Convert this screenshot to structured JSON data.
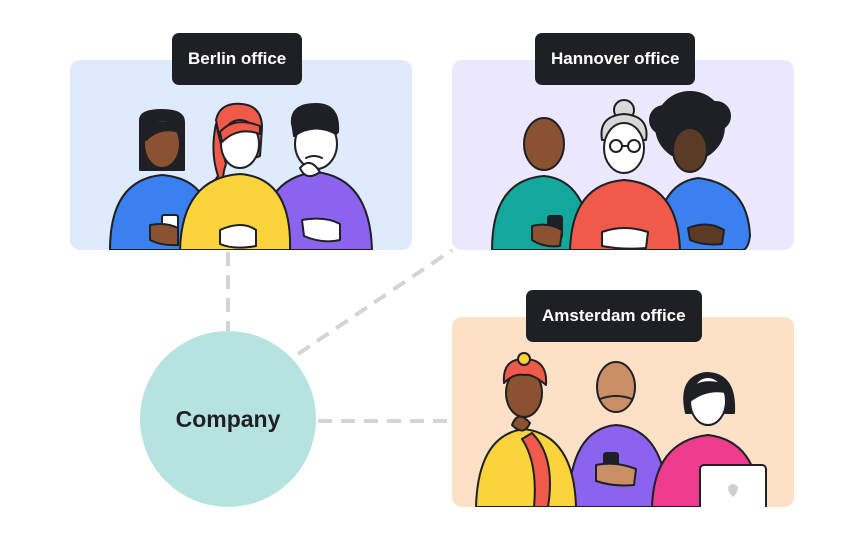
{
  "diagram": {
    "center": {
      "label": "Company",
      "color": "#b6e2df"
    },
    "offices": [
      {
        "id": "berlin",
        "label": "Berlin office",
        "background": "#dfeafd"
      },
      {
        "id": "hannover",
        "label": "Hannover office",
        "background": "#ece8ff"
      },
      {
        "id": "amsterdam",
        "label": "Amsterdam office",
        "background": "#fde1c7"
      }
    ],
    "connectors": [
      {
        "from": "company",
        "to": "berlin",
        "style": "dashed"
      },
      {
        "from": "company",
        "to": "hannover",
        "style": "dashed"
      },
      {
        "from": "company",
        "to": "amsterdam",
        "style": "dashed"
      }
    ],
    "colors": {
      "label_background": "#1f2025",
      "connector": "#d4d4d4",
      "outline": "#1f2025"
    }
  }
}
